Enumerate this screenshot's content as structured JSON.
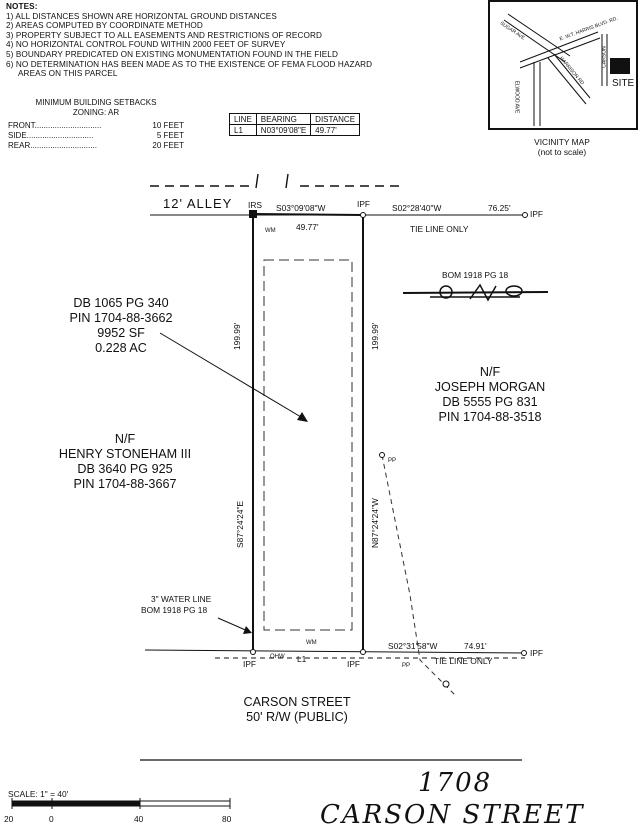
{
  "notes": {
    "heading": "NOTES:",
    "items": [
      "1) ALL DISTANCES SHOWN ARE HORIZONTAL GROUND DISTANCES",
      "2) AREAS COMPUTED BY COORDINATE METHOD",
      "3) PROPERTY SUBJECT TO ALL EASEMENTS AND RESTRICTIONS OF RECORD",
      "4) NO HORIZONTAL CONTROL FOUND WITHIN 2000 FEET OF SURVEY",
      "5) BOUNDARY PREDICATED ON EXISTING MONUMENTATION FOUND IN THE FIELD",
      "6) NO DETERMINATION HAS BEEN MADE AS TO THE EXISTENCE OF FEMA FLOOD HAZARD",
      "    AREAS ON THIS PARCEL"
    ]
  },
  "setbacks": {
    "title1": "MINIMUM BUILDING SETBACKS",
    "title2": "ZONING: AR",
    "rows": [
      {
        "label": "FRONT",
        "value": "10 FEET"
      },
      {
        "label": "SIDE",
        "value": "5 FEET"
      },
      {
        "label": "REAR",
        "value": "20 FEET"
      }
    ]
  },
  "line_table": {
    "headers": [
      "LINE",
      "BEARING",
      "DISTANCE"
    ],
    "row": [
      "L1",
      "N03°09'08\"E",
      "49.77'"
    ]
  },
  "vicinity": {
    "caption1": "VICINITY MAP",
    "caption2": "(not to scale)",
    "site": "SITE",
    "road1": "E. W.T. HARRIS BLVD. RD.",
    "road2": "SUGAR AVE",
    "road3": "HARRISON RD",
    "road4": "ELWOOD AVE",
    "road5": "CARSON"
  },
  "plat": {
    "alley": "12' ALLEY",
    "irs": "IRS",
    "ipf_label": "IPF",
    "north_bearing": "S03°09'08\"W",
    "north_distance": "49.77'",
    "tie_top_bearing": "S02°28'40\"W",
    "tie_top_distance": "76.25'",
    "tie_line": "TIE LINE ONLY",
    "bom_right": "BOM 1918 PG 18",
    "left_side_dist": "199.99'",
    "right_side_dist": "199.99'",
    "left_side_bearing": "S87°24'24\"E",
    "right_side_bearing": "N87°24'24\"W",
    "subject": [
      "DB 1065 PG 340",
      "PIN 1704-88-3662",
      "9952 SF",
      "0.228 AC"
    ],
    "east": [
      "N/F",
      "JOSEPH MORGAN",
      "DB 5555 PG 831",
      "PIN 1704-88-3518"
    ],
    "west": [
      "N/F",
      "HENRY STONEHAM III",
      "DB 3640 PG 925",
      "PIN 1704-88-3667"
    ],
    "water_line": "3\" WATER LINE",
    "water_bom": "BOM 1918 PG 18",
    "wm": "WM",
    "ohw": "OHW",
    "l1": "L1",
    "pp": "PP",
    "tie_bottom_bearing": "S02°31'58\"W",
    "tie_bottom_distance": "74.91'",
    "street": "CARSON STREET",
    "row": "50' R/W (PUBLIC)"
  },
  "scale": {
    "label": "SCALE: 1\" = 40'",
    "ticks": [
      "20",
      "0",
      "40",
      "80"
    ]
  },
  "title": {
    "line1": "1708",
    "line2": "CARSON STREET"
  }
}
